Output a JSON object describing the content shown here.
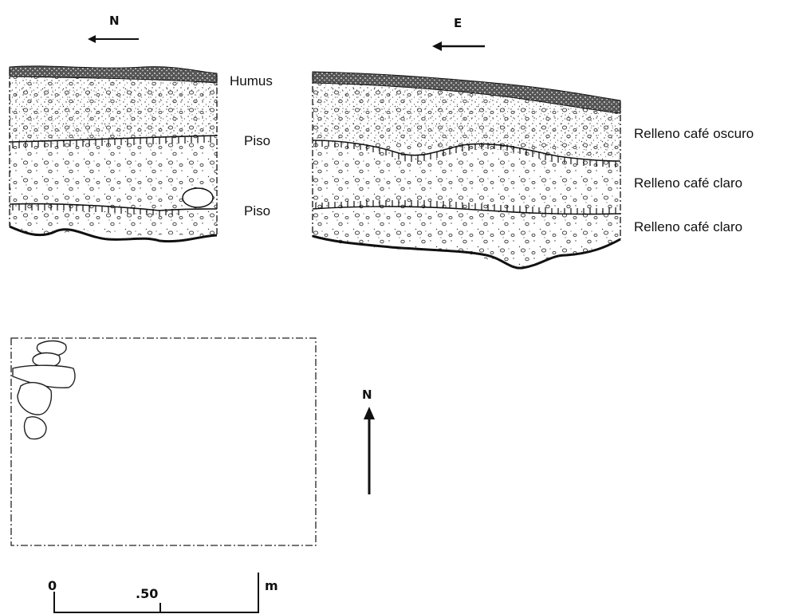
{
  "section_left": {
    "direction": "N",
    "labels": [
      "Humus",
      "Piso",
      "Piso"
    ]
  },
  "section_right": {
    "direction": "E",
    "labels": [
      "Relleno café oscuro",
      "Relleno café claro",
      "Relleno café claro"
    ]
  },
  "plan": {
    "north": "N"
  },
  "scale_bar": {
    "start": "0",
    "mid": ".50",
    "end_unit": "m"
  }
}
